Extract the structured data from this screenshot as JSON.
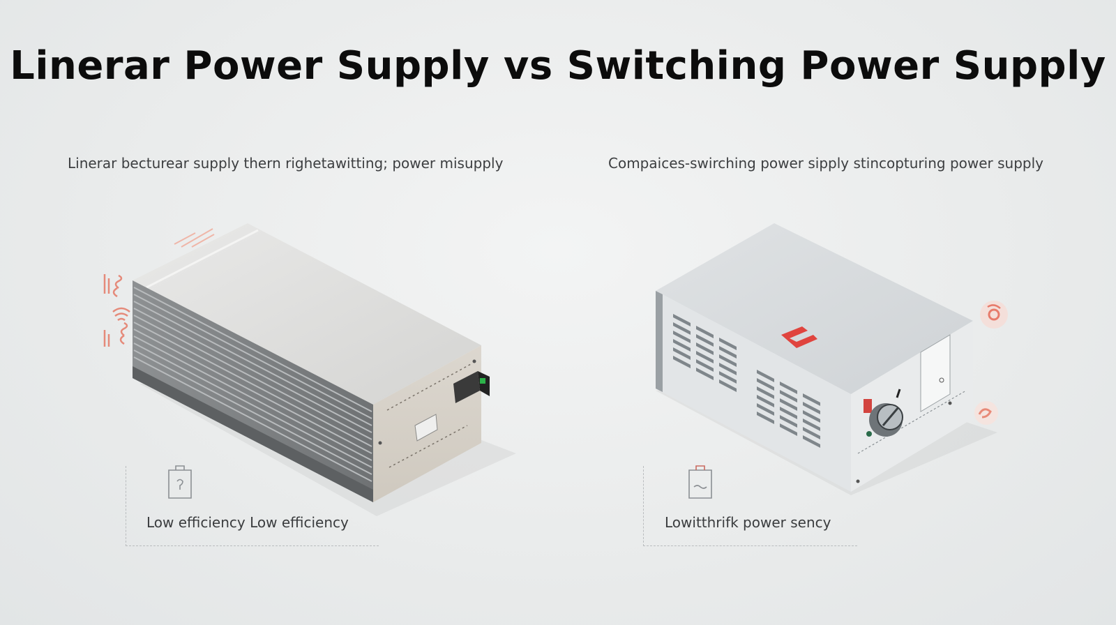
{
  "title": "Linerar Power Supply vs Switching Power Supply",
  "left": {
    "subtitle": "Linerar becturear supply thern righetawitting; power misupply",
    "caption": "Low efficiency Low efficiency"
  },
  "right": {
    "subtitle": "Compaices-swirching power sipply stincopturing power supply",
    "caption": "Lowitthrifk power sency"
  },
  "colors": {
    "accent": "#e46a5a",
    "green": "#2db34a"
  }
}
